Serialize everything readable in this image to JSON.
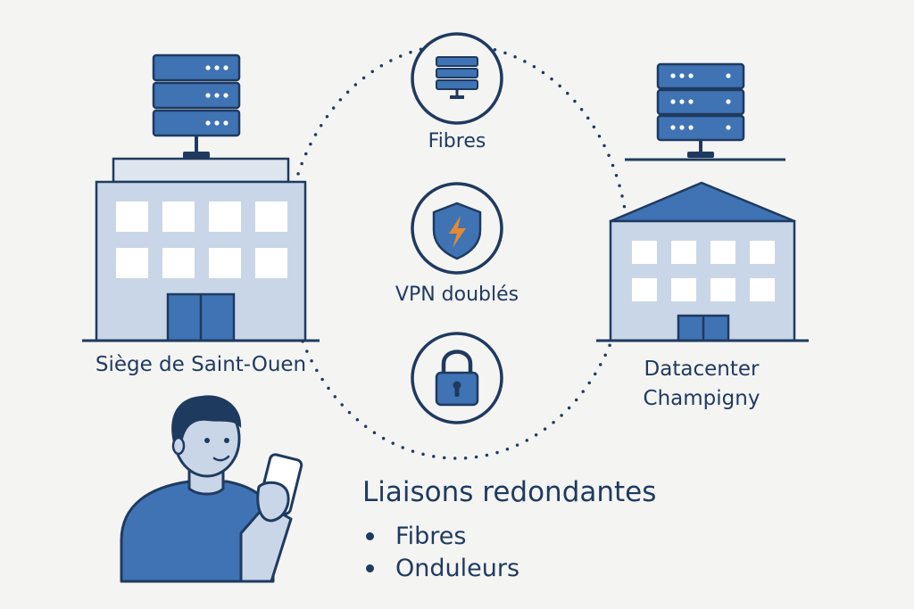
{
  "sites": {
    "hq": {
      "label": "Siège de Saint-Ouen"
    },
    "datacenter": {
      "label": "Datacenter Champigny"
    }
  },
  "links": [
    {
      "label": "Fibres",
      "icon": "server-rack-icon"
    },
    {
      "label": "VPN doublés",
      "icon": "shield-lightning-icon"
    },
    {
      "label": "",
      "icon": "padlock-icon"
    }
  ],
  "legend": {
    "title": "Liaisons redondantes",
    "items": [
      "Fibres",
      "Onduleurs"
    ]
  },
  "colors": {
    "primary": "#3f73b3",
    "dark": "#1f3a5f",
    "light": "#c9d6e8",
    "accent": "#e58a32",
    "background": "#f4f4f3"
  }
}
